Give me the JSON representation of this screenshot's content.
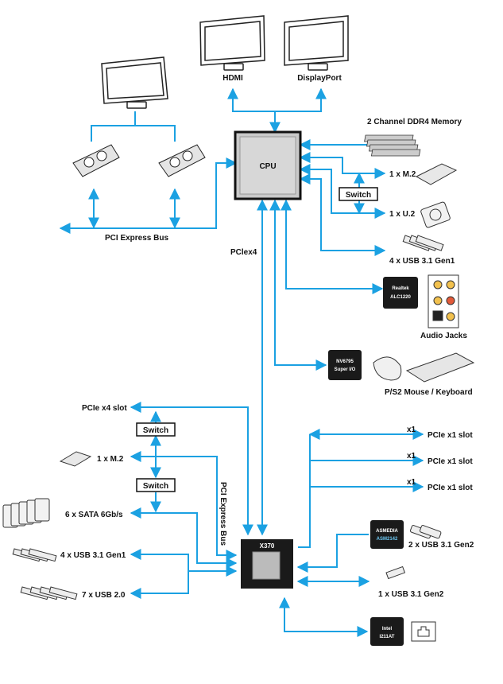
{
  "cpu": {
    "label": "CPU"
  },
  "chipset": {
    "label": "X370"
  },
  "displays": {
    "hdmi": "HDMI",
    "displayport": "DisplayPort"
  },
  "cpu_links": {
    "memory": "2 Channel DDR4 Memory",
    "m2": "1 x M.2",
    "switch": "Switch",
    "u2": "1 x U.2",
    "usb31": "4 x USB 3.1 Gen1",
    "audio_chip": [
      "Realtek",
      "ALC1220"
    ],
    "audio": "Audio Jacks",
    "superio_chip": [
      "NV6795",
      "Super I/O"
    ],
    "ps2": "P/S2 Mouse / Keyboard",
    "pcie_bus": "PCI Express Bus",
    "pciex4": "PClex4"
  },
  "chipset_links": {
    "pcie_x4": "PCIe x4 slot",
    "switch": "Switch",
    "m2": "1 x M.2",
    "sata": "6 x SATA 6Gb/s",
    "usb31": "4 x USB 3.1 Gen1",
    "usb20": "7 x USB 2.0",
    "pcie_bus": "PCI Express Bus",
    "x1_lane": "x1",
    "pcie_x1": "PCIe x1 slot",
    "asm_chip": [
      "ASMEDIA",
      "ASM2142"
    ],
    "usb31_gen2_2": "2 x USB 3.1 Gen2",
    "usb31_gen2_1": "1 x USB 3.1 Gen2",
    "lan_chip": [
      "Intel",
      "I211AT"
    ]
  },
  "colors": {
    "line": "#1ba1e2",
    "chip": "#1a1a1a",
    "cpu": "#c9c9c9"
  }
}
